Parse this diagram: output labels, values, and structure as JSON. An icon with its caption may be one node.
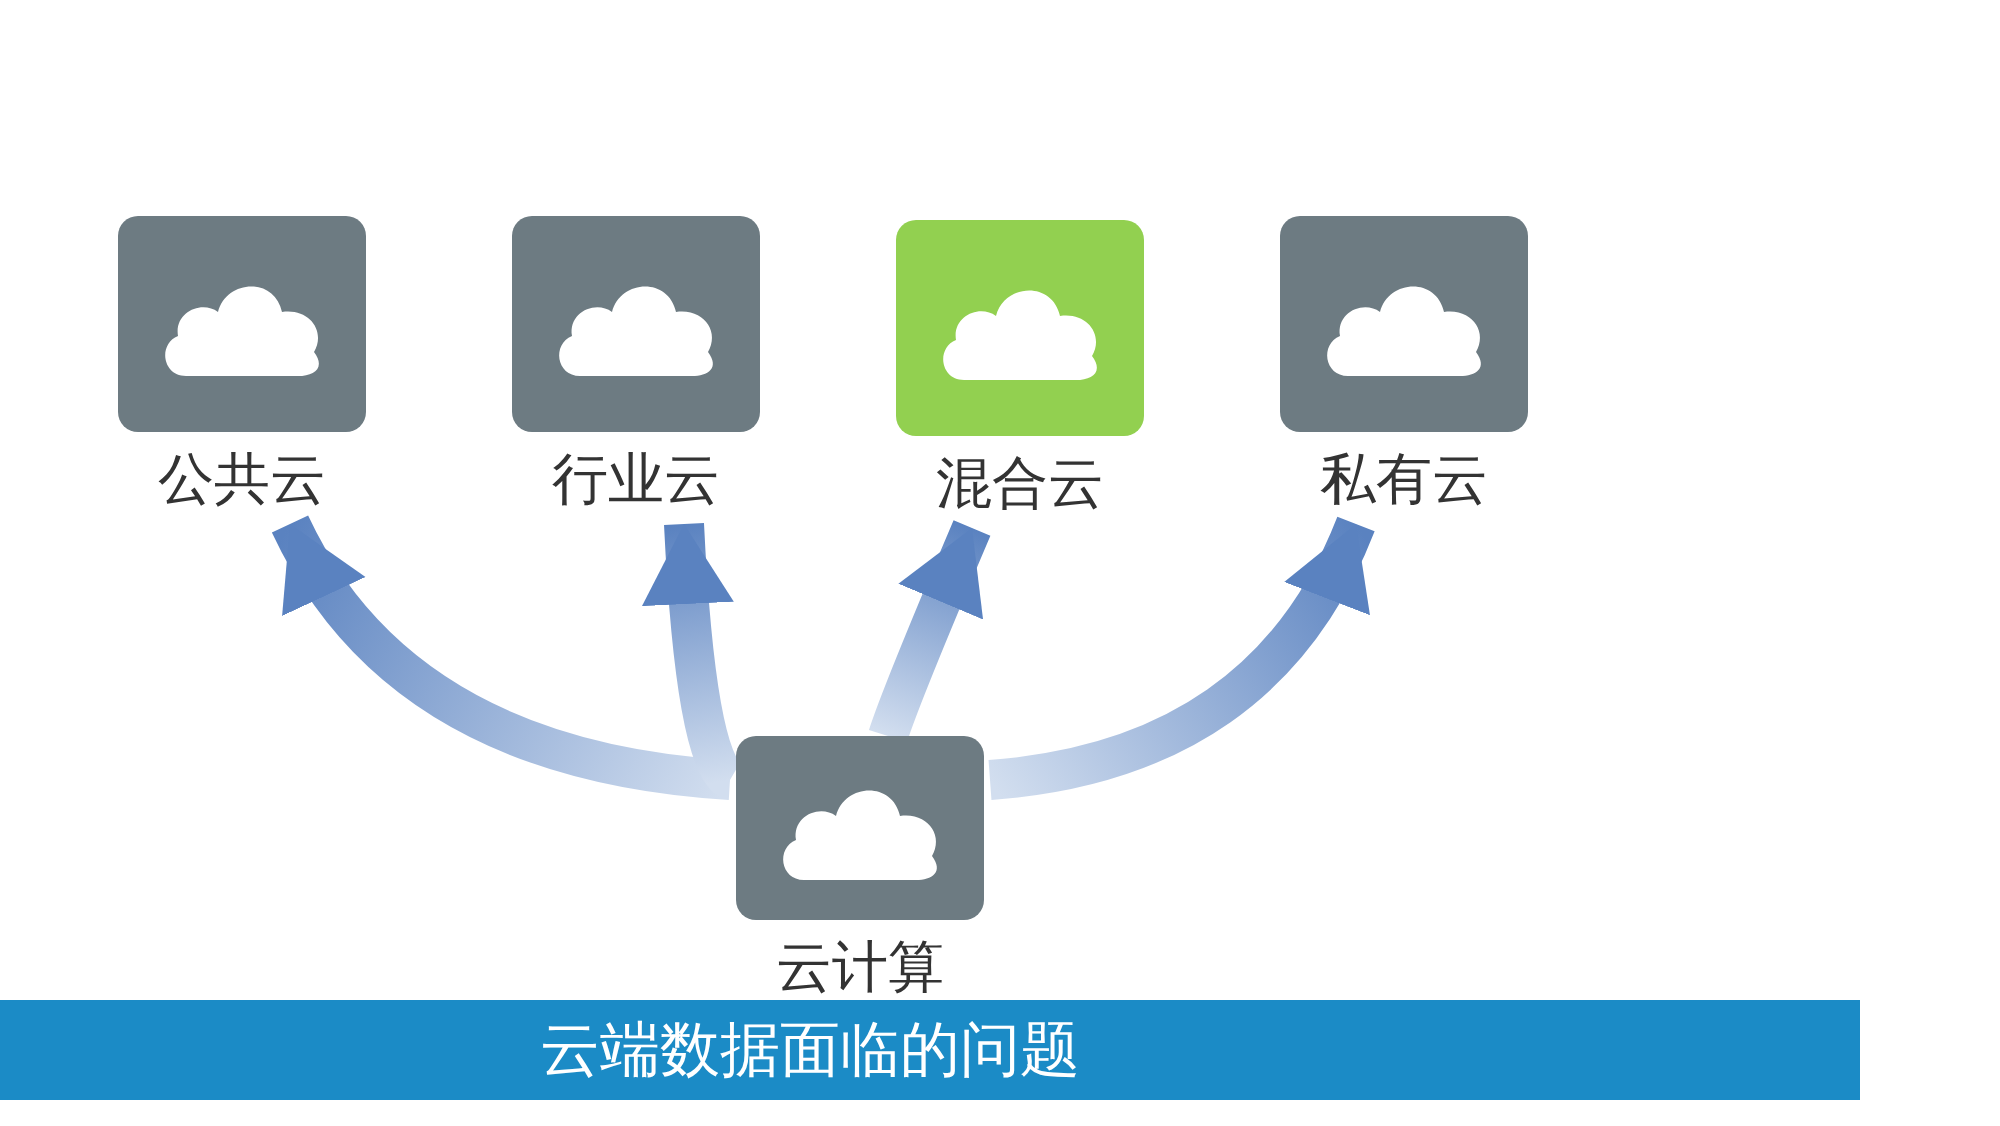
{
  "diagram": {
    "title": "云端数据面临的问题",
    "nodes": [
      {
        "text": [
          "公共云"
        ]
      },
      {
        "text": [
          "行业云"
        ]
      },
      {
        "text": [
          "混合云"
        ]
      },
      {
        "text": [
          "私有云"
        ]
      },
      {
        "text": [
          "云计算"
        ]
      }
    ],
    "edges": [
      {
        "from": 4,
        "to": 0,
        "arrow": "to"
      },
      {
        "from": 4,
        "to": 1,
        "arrow": "to"
      },
      {
        "from": 4,
        "to": 2,
        "arrow": "to"
      },
      {
        "from": 4,
        "to": 3,
        "arrow": "to"
      }
    ]
  }
}
